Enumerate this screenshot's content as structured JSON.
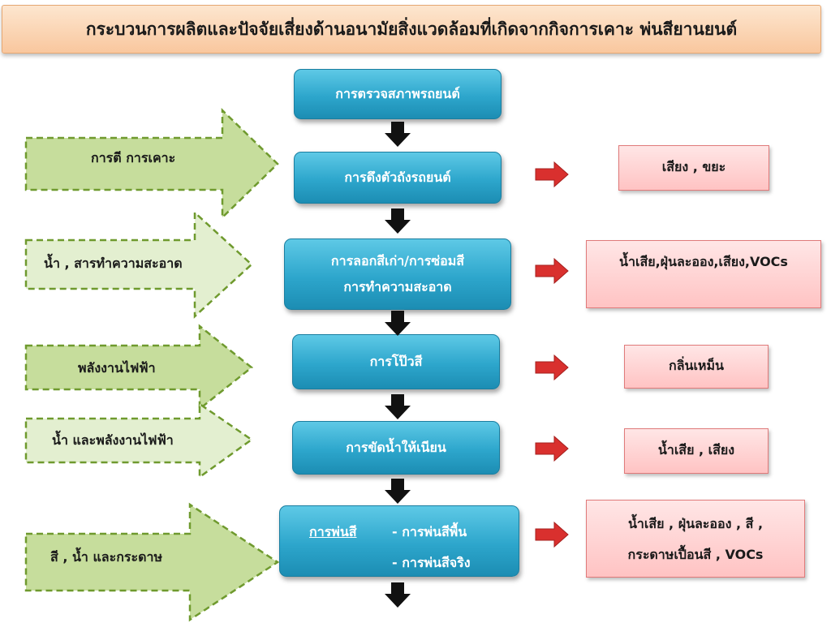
{
  "title": "กระบวนการผลิตและปัจจัยเสี่ยงด้านอนามัยสิ่งแวดล้อมที่เกิดจากกิจการเคาะ พ่นสียานยนต์",
  "process_steps": [
    {
      "label": "การตรวจสภาพรถยนต์"
    },
    {
      "label": "การดึงตัวถังรถยนต์"
    },
    {
      "line1": "การลอกสีเก่า/การซ่อมสี",
      "line2": "การทำความสะอาด"
    },
    {
      "label": "การโป๊วสี"
    },
    {
      "label": "การขัดน้ำให้เนียน"
    },
    {
      "label": "การพ่นสี",
      "sub1": "- การพ่นสีพื้น",
      "sub2": "- การพ่นสีจริง"
    }
  ],
  "inputs": [
    {
      "label": "การตี การเคาะ"
    },
    {
      "label": "น้ำ , สารทำความสะอาด"
    },
    {
      "label": "พลังงานไฟฟ้า"
    },
    {
      "label": "น้ำ และพลังงานไฟฟ้า"
    },
    {
      "label": "สี , น้ำ  และกระดาษ"
    }
  ],
  "outputs": [
    {
      "label": "เสียง , ขยะ"
    },
    {
      "label": "น้ำเสีย,ฝุ่นละออง,เสียง,VOCs"
    },
    {
      "label": "กลิ่นเหม็น"
    },
    {
      "label": "น้ำเสีย , เสียง"
    },
    {
      "line1": "น้ำเสีย , ฝุ่นละออง , สี ,",
      "line2": "กระดาษเปื้อนสี , VOCs"
    }
  ],
  "colors": {
    "process_fill": "#2da6cc",
    "input_fill": "#c6dd9c",
    "input_fill_light": "#e3efd0",
    "input_border": "#6f9a2e",
    "output_fill": "#ffd0d0",
    "output_border": "#e07a7a",
    "red_arrow": "#d9302e",
    "title_fill": "#fad2b0"
  }
}
